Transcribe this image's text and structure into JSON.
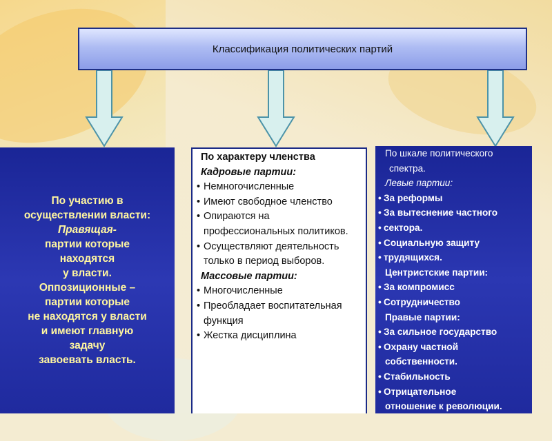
{
  "header": {
    "title": "Классификация политических партий"
  },
  "left": {
    "lines": [
      "По участию в",
      "осуществлении власти:",
      "Правящая-",
      "партии которые",
      "находятся",
      "у власти.",
      "Оппозиционные –",
      "партии которые",
      "не находятся у власти",
      "и имеют главную",
      "задачу",
      "завоевать власть."
    ]
  },
  "middle": {
    "heading": "По характеру членства",
    "cadre_title": "Кадровые партии:",
    "cadre_items": [
      "Немногочисленные",
      "Имеют свободное членство",
      "Опираются на профессиональных политиков.",
      "Осуществляют деятельность только в период выборов."
    ],
    "mass_title": "Массовые партии:",
    "mass_items": [
      "Многочисленные",
      "Преобладает воспитательная функция",
      "Жестка дисциплина"
    ]
  },
  "right": {
    "heading_1": "По шкале политического",
    "heading_2": "спектра.",
    "left_title": "Левые партии:",
    "left_items": [
      "За реформы",
      "За вытеснение частного",
      "сектора.",
      "Социальную защиту",
      "трудящихся."
    ],
    "center_title": "Центристские партии:",
    "center_items": [
      "За компромисс",
      "Сотрудничество"
    ],
    "right_title": "Правые партии:",
    "right_items": [
      "За сильное государство",
      "Охрану частной"
    ],
    "right_cont": "собственности.",
    "right_items_2": [
      "Стабильность",
      "Отрицательное"
    ],
    "right_cont_2": "отношение к революции."
  },
  "colors": {
    "box_blue": "#1f2a9e",
    "header_blue": "#aebcf3",
    "arrow_fill": "#d8f0ee",
    "arrow_stroke": "#4c93a8",
    "left_text": "#fff6a0"
  }
}
